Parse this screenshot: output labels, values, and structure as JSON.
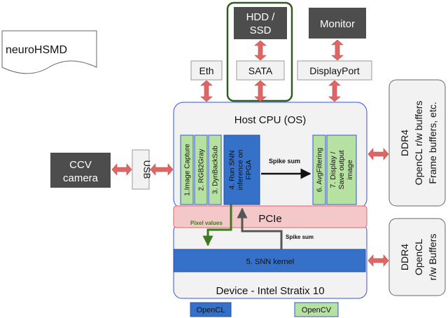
{
  "title_card": {
    "label": "neuroHSMD"
  },
  "storage": {
    "line1": "HDD /",
    "line2": "SSD"
  },
  "monitor": {
    "label": "Monitor"
  },
  "interfaces": {
    "eth": "Eth",
    "sata": "SATA",
    "displayport": "DisplayPort"
  },
  "host": {
    "title": "Host CPU (OS)",
    "stages": {
      "s1": "1.Image Capture",
      "s2": "2. RGB2Gray",
      "s3": "3. DynBackSub",
      "s4_l1": "4. Run SNN",
      "s4_l2": "inference on",
      "s4_l3": "FPGA",
      "s6": "6. AvgFiltering",
      "s7_l1": "7. Display /",
      "s7_l2": "Save output",
      "s7_l3": "image"
    },
    "spike_sum": "Spike sum"
  },
  "ddr_host": {
    "l1": "DDR4",
    "l2": "OpenCL r/w buffers",
    "l3": "Frame buffers, etc."
  },
  "camera": {
    "l1": "CCV",
    "l2": "camera"
  },
  "usb": {
    "label": "USB"
  },
  "pcie": {
    "label": "PCIe",
    "pixel_values": "Pixel values",
    "spike_sum": "Spike sum"
  },
  "device": {
    "kernel": "5. SNN kernel",
    "title": "Device - Intel Stratix 10"
  },
  "ddr_device": {
    "l1": "DDR4",
    "l2": "OpenCL",
    "l3": "r/w Buffers"
  },
  "legend": {
    "opencl": "OpenCL",
    "opencv": "OpenCV"
  },
  "colors": {
    "dark_box": "#4d4d4d",
    "arrow_red": "#e06666",
    "host_fill": "#f2f2f2",
    "host_border": "#3355dd",
    "pcie_fill": "#f4c7c9",
    "stage_green": "#b7e1a1",
    "stage_blue": "#3570c9",
    "storage_border": "#2f5e1f",
    "pixel_arrow": "#3b7a1e"
  }
}
